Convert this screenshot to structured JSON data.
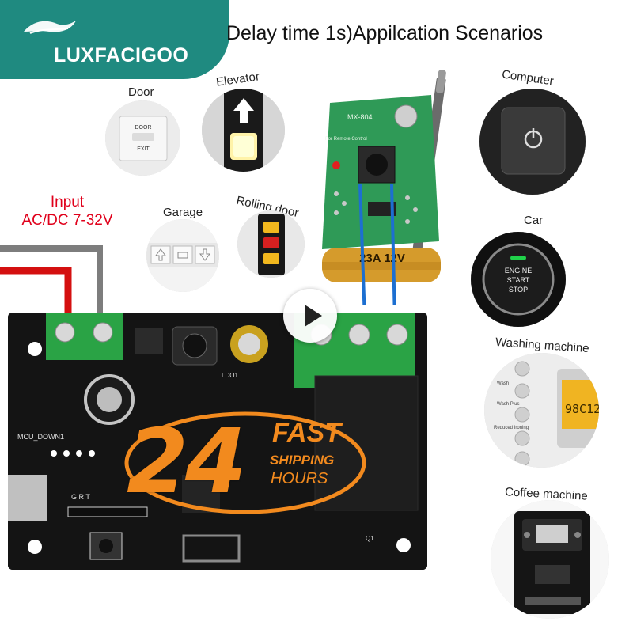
{
  "brand": {
    "name": "LUXFACIGOO",
    "color": "#1f8a80"
  },
  "title": "Delay time 1s)Appilcation Scenarios",
  "input": {
    "line1": "Input",
    "line2": "AC/DC 7-32V",
    "color": "#e0001b"
  },
  "scenarios": {
    "door": "Door",
    "elevator": "Elevator",
    "garage": "Garage",
    "rolling_door": "Rolling door",
    "computer": "Computer",
    "car": "Car",
    "washing_machine": "Washing machine",
    "coffee_machine": "Coffee machine"
  },
  "door_sign": {
    "top": "DOOR",
    "bottom": "EXIT"
  },
  "car_button": {
    "line1": "ENGINE",
    "line2": "START",
    "line3": "STOP"
  },
  "remote": {
    "model": "MX-804",
    "battery": "23A 12V",
    "board_text": "For Remote Control"
  },
  "board_labels": {
    "mcu": "MCU_DOWN1",
    "pins": "G R T",
    "ldo": "LDO1",
    "q": "Q1"
  },
  "washer_display": "98C12",
  "washer_labels": {
    "wash": "Wash",
    "wash_plus": "Wash Plus",
    "reduced": "Reduced Ironing"
  },
  "promo": {
    "number": "24",
    "fast": "FAST",
    "shipping": "SHIPPING",
    "hours": "HOURS",
    "color": "#f28a1e"
  }
}
